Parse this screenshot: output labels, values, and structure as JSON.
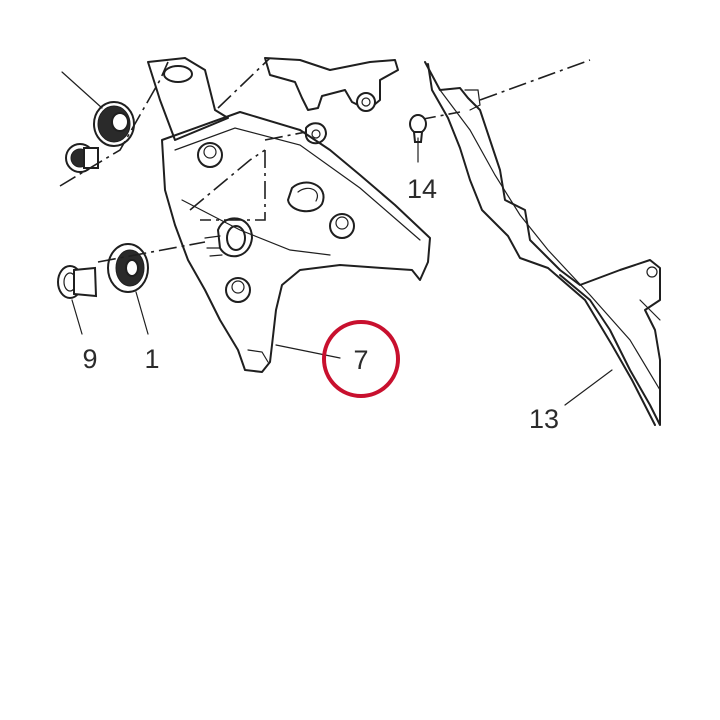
{
  "diagram": {
    "callouts": [
      {
        "id": "label-9",
        "text": "9"
      },
      {
        "id": "label-1",
        "text": "1"
      },
      {
        "id": "label-7",
        "text": "7"
      },
      {
        "id": "label-14",
        "text": "14"
      },
      {
        "id": "label-13",
        "text": "13"
      }
    ],
    "highlight_color": "#c8102e",
    "line_color": "#1f1f1f"
  }
}
